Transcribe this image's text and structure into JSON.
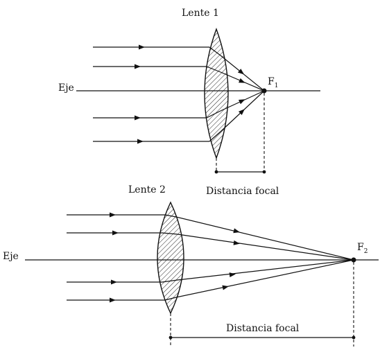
{
  "lens1": {
    "title": "Lente 1",
    "axis_label": "Eje",
    "focus_label": "F",
    "focus_sub": "1",
    "focal_label": "Distancia focal"
  },
  "lens2": {
    "title": "Lente 2",
    "axis_label": "Eje",
    "focus_label": "F",
    "focus_sub": "2",
    "focal_label": "Distancia focal"
  },
  "colors": {
    "ink": "#111111"
  }
}
